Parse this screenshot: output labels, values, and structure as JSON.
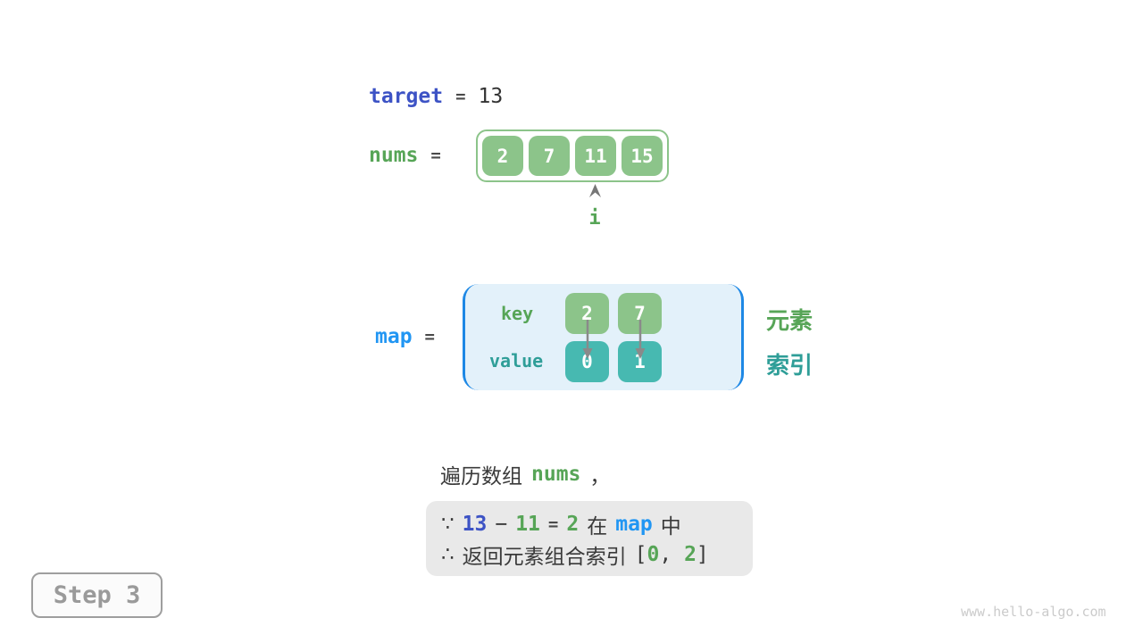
{
  "colors": {
    "green_cell": "#8cc48a",
    "green_text": "#57a557",
    "teal_cell": "#47b9b1",
    "teal_text": "#2f9e98",
    "indigo_text": "#3d53c5",
    "azure_text": "#2196f3",
    "map_box_border": "#1e88e5",
    "map_box_fill": "#e3f1fa",
    "note_box_fill": "#e9e9e9",
    "gray": "#9e9e9e"
  },
  "target": {
    "label": "target",
    "equals": "=",
    "value": "13"
  },
  "nums": {
    "label": "nums",
    "equals": "=",
    "cells": [
      "2",
      "7",
      "11",
      "15"
    ],
    "pointer_label": "i",
    "pointer_index": 2
  },
  "map": {
    "label": "map",
    "equals": "=",
    "key_label": "key",
    "value_label": "value",
    "keys": [
      "2",
      "7"
    ],
    "values": [
      "0",
      "1"
    ],
    "element_label": "元素",
    "index_label": "索引"
  },
  "caption": {
    "prefix": "遍历数组",
    "code": "nums",
    "suffix": "，"
  },
  "note": {
    "line1": {
      "because": "∵",
      "term1": "13",
      "minus": "−",
      "term2": "11",
      "equals": "=",
      "result": "2",
      "in_prefix": "在",
      "map_ref": "map",
      "in_suffix": "中"
    },
    "line2": {
      "therefore": "∴",
      "text": "返回元素组合索引",
      "lbracket": "[",
      "index1": "0",
      "comma": ", ",
      "index2": "2",
      "rbracket": "]"
    }
  },
  "step": {
    "label": "Step 3"
  },
  "watermark": "www.hello-algo.com"
}
